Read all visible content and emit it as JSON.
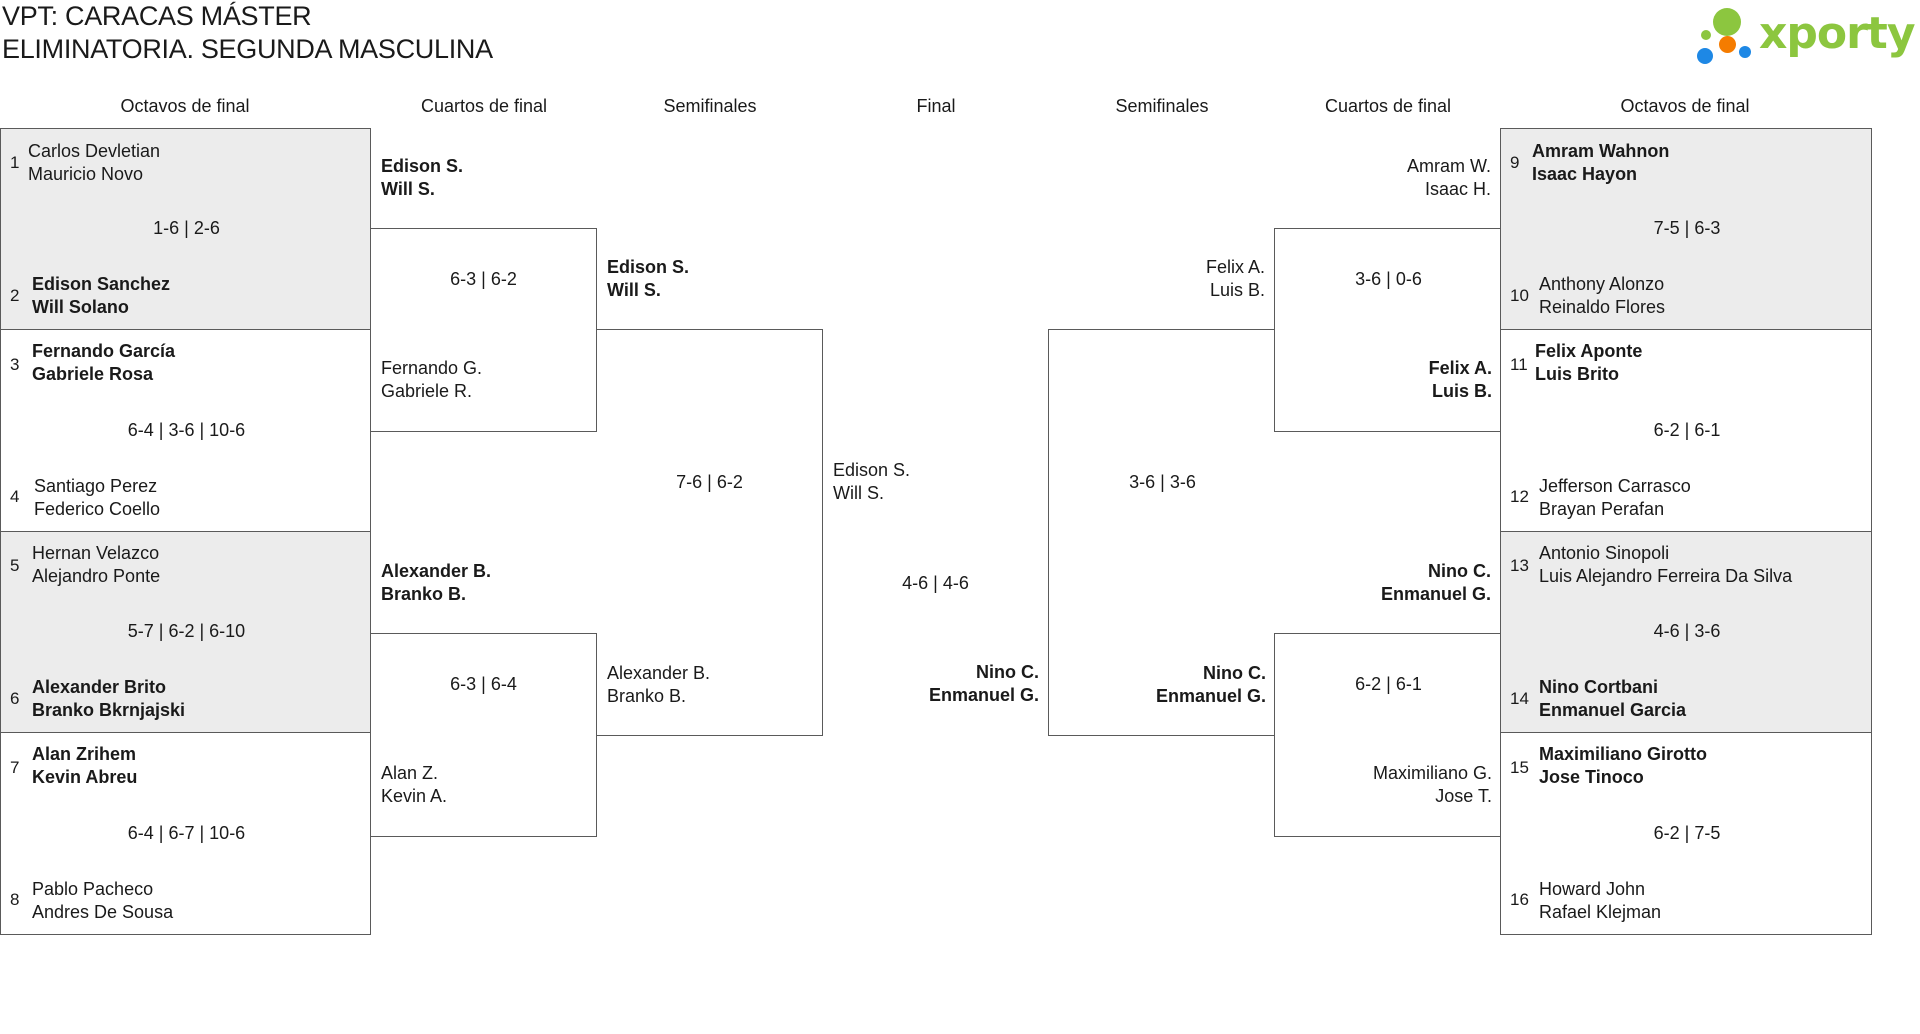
{
  "header": {
    "title_line1": "VPT: CARACAS MÁSTER",
    "title_line2": "ELIMINATORIA. SEGUNDA MASCULINA",
    "logo_text": "xporty"
  },
  "colors": {
    "logo_green": "#8cc63f",
    "logo_blue": "#1e88e5",
    "logo_orange": "#f57c00",
    "pair_shade": "#ececec"
  },
  "rounds": {
    "octavos": "Octavos de final",
    "cuartos": "Cuartos de final",
    "semifinales": "Semifinales",
    "final": "Final"
  },
  "left_octavos": [
    {
      "seed_a": "1",
      "a1": "Carlos Devletian",
      "a2": "Mauricio Novo",
      "score": "1-6 | 2-6",
      "seed_b": "2",
      "b1": "Edison Sanchez",
      "b2": "Will Solano"
    },
    {
      "seed_a": "3",
      "a1": "Fernando García",
      "a2": "Gabriele Rosa",
      "score": "6-4 | 3-6 | 10-6",
      "seed_b": "4",
      "b1": "Santiago Perez",
      "b2": "Federico Coello"
    },
    {
      "seed_a": "5",
      "a1": "Hernan Velazco",
      "a2": "Alejandro Ponte",
      "score": "5-7 | 6-2 | 6-10",
      "seed_b": "6",
      "b1": "Alexander Brito",
      "b2": "Branko Bkrnjajski"
    },
    {
      "seed_a": "7",
      "a1": "Alan Zrihem",
      "a2": "Kevin Abreu",
      "score": "6-4 | 6-7 | 10-6",
      "seed_b": "8",
      "b1": "Pablo Pacheco",
      "b2": "Andres De Sousa"
    }
  ],
  "right_octavos": [
    {
      "seed_a": "9",
      "a1": "Amram Wahnon",
      "a2": "Isaac Hayon",
      "score": "7-5 | 6-3",
      "seed_b": "10",
      "b1": "Anthony Alonzo",
      "b2": "Reinaldo Flores"
    },
    {
      "seed_a": "11",
      "a1": "Felix Aponte",
      "a2": "Luis Brito",
      "score": "6-2 | 6-1",
      "seed_b": "12",
      "b1": "Jefferson Carrasco",
      "b2": "Brayan Perafan"
    },
    {
      "seed_a": "13",
      "a1": "Antonio Sinopoli",
      "a2": "Luis Alejandro Ferreira Da Silva",
      "score": "4-6 | 3-6",
      "seed_b": "14",
      "b1": "Nino Cortbani",
      "b2": "Enmanuel Garcia"
    },
    {
      "seed_a": "15",
      "a1": "Maximiliano Girotto",
      "a2": "Jose Tinoco",
      "score": "6-2 | 7-5",
      "seed_b": "16",
      "b1": "Howard John",
      "b2": "Rafael Klejman"
    }
  ],
  "left_cuartos": [
    {
      "a1": "Edison S.",
      "a2": "Will S.",
      "score": "6-3 | 6-2",
      "b1": "Fernando G.",
      "b2": "Gabriele R."
    },
    {
      "a1": "Alexander B.",
      "a2": "Branko B.",
      "score": "6-3 | 6-4",
      "b1": "Alan Z.",
      "b2": "Kevin A."
    }
  ],
  "right_cuartos": [
    {
      "a1": "Amram W.",
      "a2": "Isaac H.",
      "score": "3-6 | 0-6",
      "b1": "Felix A.",
      "b2": "Luis B."
    },
    {
      "a1": "Nino C.",
      "a2": "Enmanuel G.",
      "score": "6-2 | 6-1",
      "b1": "Maximiliano G.",
      "b2": "Jose T."
    }
  ],
  "left_semi": {
    "a1": "Edison S.",
    "a2": "Will S.",
    "score": "7-6 | 6-2",
    "b1": "Alexander B.",
    "b2": "Branko B."
  },
  "right_semi": {
    "a1": "Felix A.",
    "a2": "Luis B.",
    "score": "3-6 | 3-6",
    "b1": "Nino C.",
    "b2": "Enmanuel G."
  },
  "final": {
    "a1": "Edison S.",
    "a2": "Will S.",
    "score": "4-6 | 4-6",
    "b1": "Nino C.",
    "b2": "Enmanuel G."
  }
}
